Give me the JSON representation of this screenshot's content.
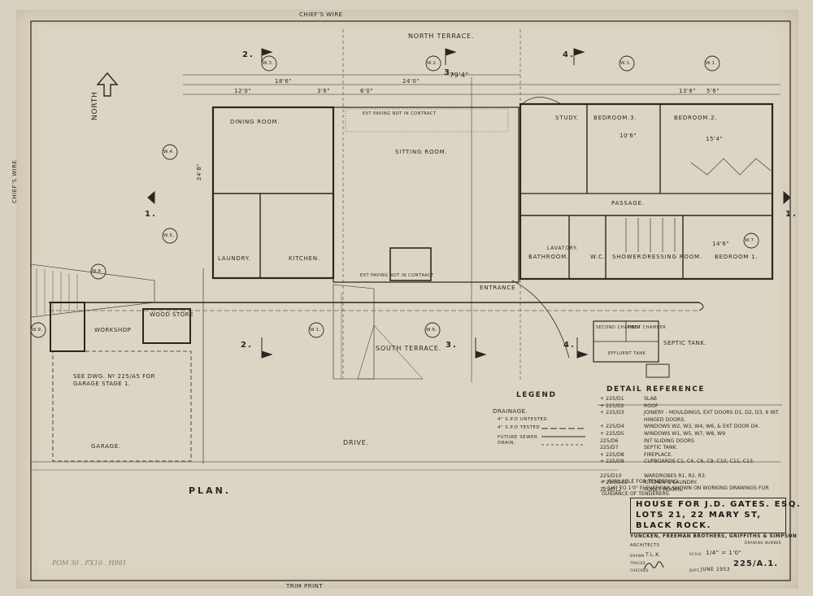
{
  "edge_labels": {
    "top": "CHIEF'S WIRE",
    "left": "CHIEF'S WIRE",
    "bottom": "TRIM PRINT",
    "right": ""
  },
  "north": "NORTH",
  "terraces": {
    "north": "NORTH TERRACE.",
    "south": "SOUTH TERRACE."
  },
  "rooms": {
    "dining": "DINING ROOM.",
    "sitting": "SITTING ROOM.",
    "study": "STUDY.",
    "bedroom3": "BEDROOM.3.",
    "bedroom2": "BEDROOM.2.",
    "bedroom1": "BEDROOM 1.",
    "passage": "PASSAGE.",
    "laundry": "LAUNDRY.",
    "kitchen": "KITCHEN.",
    "bathroom": "BATHROOM.",
    "lavatory": "LAVATORY.",
    "wc": "W.C.",
    "shower": "SHOWER",
    "dressing": "DRESSING ROOM.",
    "entrance": "ENTRANCE",
    "workshop": "WORKSHOP",
    "wood_store": "WOOD STORE",
    "garage": "GARAGE.",
    "drive": "DRIVE."
  },
  "notes": {
    "garage_ref": "SEE DWG. Nº 225/A5 FOR GARAGE STAGE 1.",
    "paving_n": "EXT PAVING NOT IN CONTRACT",
    "paving_s": "EXT PAVING NOT IN CONTRACT",
    "septic": "SEPTIC TANK.",
    "first_chamber": "FIRST CHAMBER",
    "second_chamber": "SECOND CHAMBER",
    "effluent": "EFFLUENT TANK"
  },
  "section_marks": [
    "1.",
    "2.",
    "3.",
    "4.",
    "2.",
    "3.",
    "4.",
    "1."
  ],
  "window_marks": [
    "W.3.",
    "W.2.",
    "W.1.",
    "W.1.",
    "W.4.",
    "W.5.",
    "W.8.",
    "W.9.",
    "W.1.",
    "W.6.",
    "W.7."
  ],
  "dimensions": [
    "18'6\"",
    "24'0\"",
    "79'4\"",
    "6'0\"",
    "3'6\"",
    "12'0\"",
    "10'6\"",
    "15'4\"",
    "14'6\"",
    "13'6\"",
    "5'6\"",
    "24'8\""
  ],
  "plan_title": "PLAN.",
  "legend": {
    "title": "LEGEND",
    "heading": "DRAINAGE.",
    "rows": [
      "4\" S.P.D UNTESTED",
      "4\" S.P.D TESTED",
      "FUTURE SEWER DRAIN."
    ]
  },
  "detail_reference": {
    "title": "DETAIL REFERENCE",
    "rows": [
      {
        "code": "+ 225/D1",
        "text": "SLAB"
      },
      {
        "code": "+ 225/D2",
        "text": "ROOF"
      },
      {
        "code": "+ 225/D3",
        "text": "JOINERY - MOULDINGS, EXT DOORS D1, D2, D3, 6 INT. HINGED DOORS."
      },
      {
        "code": "+ 225/D4",
        "text": "WINDOWS W2, W3, W4, W6, & EXT DOOR D4."
      },
      {
        "code": "+ 225/D5",
        "text": "WINDOWS W1, W5, W7, W8, W9"
      },
      {
        "code": "225/D6",
        "text": "INT SLIDING DOORS"
      },
      {
        "code": "225/D7",
        "text": "SEPTIC TANK."
      },
      {
        "code": "+ 225/D8",
        "text": "FIREPLACE."
      },
      {
        "code": "+ 225/D9",
        "text": "CUPBOARDS C1, C4, C6, C9, C10, C11, C13."
      },
      {
        "code": "225/D10",
        "text": "WARDROBES R1, R2, R3."
      },
      {
        "code": "+ 225/D11",
        "text": "KITCHEN & LAUNDRY."
      },
      {
        "code": "225/D12",
        "text": "TOILET ROOMS."
      }
    ],
    "footnotes": [
      "+ AVAILABLE FOR TENDERING",
      "+ 1/4\" TO 1'0\" ELEVATIONS SHOWN ON WORKING DRAWINGS FOR GUIDANCE OF TENDERERS."
    ]
  },
  "title_block": {
    "line1": "HOUSE FOR J.D. GATES. ESQ.",
    "line2": "LOTS 21, 22 MARY ST,",
    "line3": "BLACK ROCK.",
    "firm": "YUNCKEN, FREEMAN BROTHERS, GRIFFITHS & SIMPSON",
    "architects": "ARCHITECTS",
    "drawn_label": "DRAWN",
    "drawn": "T.L.K.",
    "traced_label": "TRACED",
    "checked_label": "CHECKED",
    "scale_label": "SCALE",
    "scale": "1/4\" = 1'0\"",
    "date_label": "DATE",
    "date": "JUNE 1953",
    "drawing_no_label": "DRAWING NUMBER",
    "drawing_no": "225/A.1."
  },
  "handwritten": "POM 30 . FX10 . H981",
  "colors": {
    "ink": "#2a2621",
    "paper": "#ddd5c3"
  }
}
